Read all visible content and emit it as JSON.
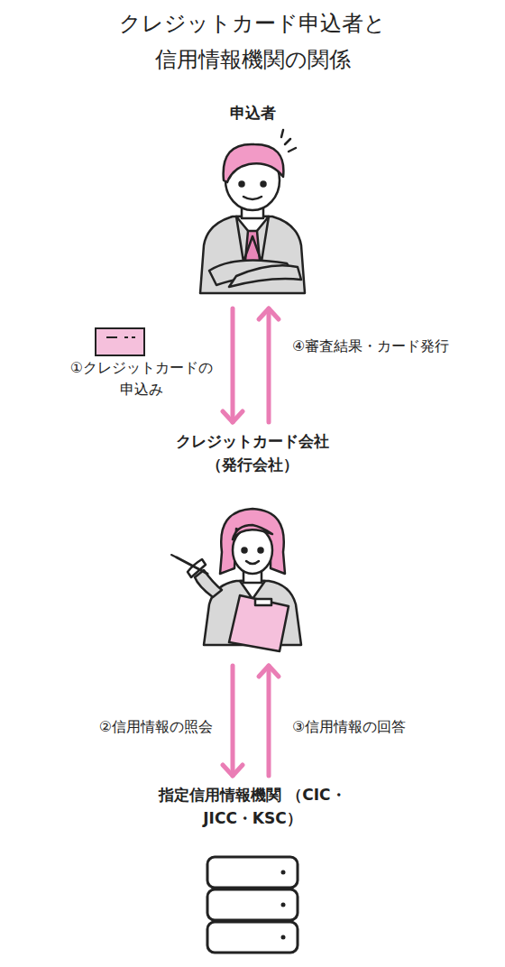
{
  "diagram": {
    "title": "クレジットカード申込者と 信用情報機関の関係",
    "nodes": [
      {
        "text": [
          "申込者"
        ]
      },
      {
        "text": [
          "クレジットカード会社 （発行会社）"
        ]
      },
      {
        "text": [
          "指定信用情報機関 （CIC・JICC・KSC）"
        ]
      }
    ],
    "edges": [
      {
        "from": 0,
        "to": 1,
        "label": "①クレジットカードの 申込み",
        "arrow": "to"
      },
      {
        "from": 1,
        "to": 0,
        "label": "④審査結果・カード発行",
        "arrow": "to"
      },
      {
        "from": 1,
        "to": 2,
        "label": "②信用情報の照会",
        "arrow": "to"
      },
      {
        "from": 2,
        "to": 1,
        "label": "③信用情報の回答",
        "arrow": "to"
      }
    ]
  }
}
